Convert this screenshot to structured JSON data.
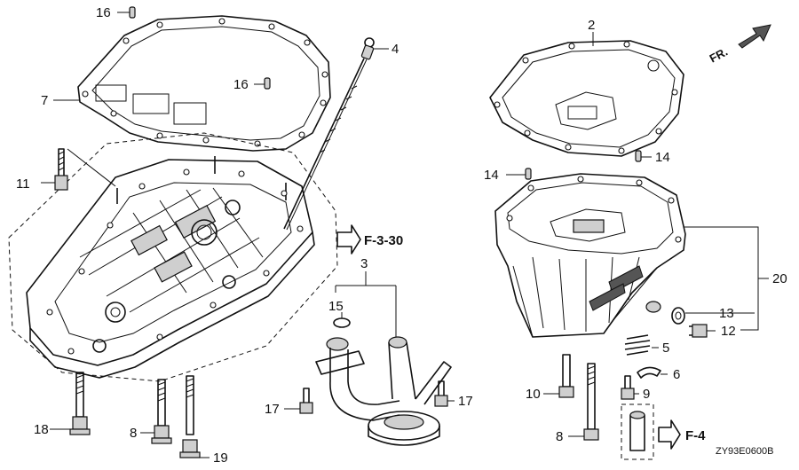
{
  "callouts": [
    {
      "id": "c16a",
      "label": "16"
    },
    {
      "id": "c7",
      "label": "7"
    },
    {
      "id": "c16b",
      "label": "16"
    },
    {
      "id": "c4",
      "label": "4"
    },
    {
      "id": "c11",
      "label": "11"
    },
    {
      "id": "c2",
      "label": "2"
    },
    {
      "id": "c14a",
      "label": "14"
    },
    {
      "id": "c14b",
      "label": "14"
    },
    {
      "id": "c3",
      "label": "3"
    },
    {
      "id": "c15",
      "label": "15"
    },
    {
      "id": "c17a",
      "label": "17"
    },
    {
      "id": "c17b",
      "label": "17"
    },
    {
      "id": "c20",
      "label": "20"
    },
    {
      "id": "c13",
      "label": "13"
    },
    {
      "id": "c12",
      "label": "12"
    },
    {
      "id": "c5",
      "label": "5"
    },
    {
      "id": "c6",
      "label": "6"
    },
    {
      "id": "c10",
      "label": "10"
    },
    {
      "id": "c9",
      "label": "9"
    },
    {
      "id": "c18",
      "label": "18"
    },
    {
      "id": "c8a",
      "label": "8"
    },
    {
      "id": "c19",
      "label": "19"
    },
    {
      "id": "c8b",
      "label": "8"
    }
  ],
  "refs": {
    "f330": "F-3-30",
    "f4": "F-4"
  },
  "front_indicator": "FR.",
  "diagram_code": "ZY93E0600B"
}
